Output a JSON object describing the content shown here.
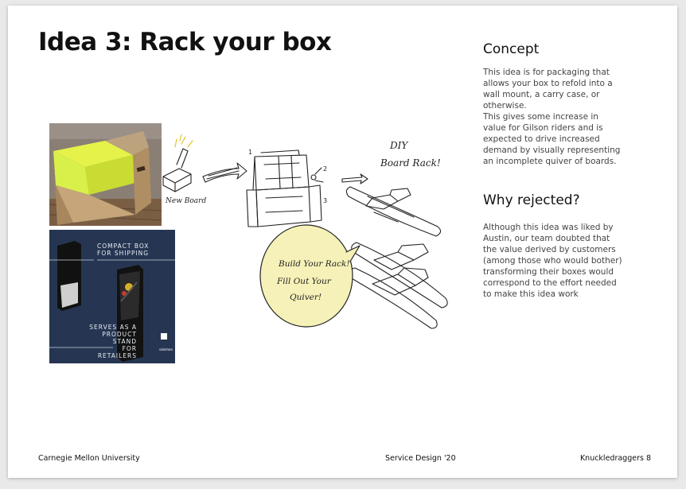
{
  "slide": {
    "title": "Idea 3: Rack your box",
    "concept": {
      "heading": "Concept",
      "paragraph1": "This idea is for packaging that allows your box to refold into a wall mount, a carry case, or otherwise.",
      "paragraph2": "This gives some increase in value for Gilson riders and is expected to drive increased demand by visually representing an incomplete quiver of boards."
    },
    "why_rejected": {
      "heading": "Why rejected?",
      "paragraph": "Although this idea was liked by Austin, our team doubted that the value derived by customers (among those who would bother) transforming their boxes would correspond to the effort needed to make this idea work"
    },
    "images": {
      "ad": {
        "top_line1": "COMPACT BOX",
        "top_line2": "FOR SHIPPING",
        "bottom_line1": "SERVES AS A",
        "bottom_line2": "PRODUCT STAND",
        "bottom_line3": "FOR RETAILERS",
        "brand": "salomon"
      },
      "sketch": {
        "label_new_board": "New Board",
        "label_diy": "DIY",
        "label_board_rack": "Board Rack!",
        "bubble_line1": "Build Your Rack!",
        "bubble_line2": "Fill Out Your",
        "bubble_line3": "Quiver!",
        "step1": "1",
        "step2": "2",
        "step3": "3"
      }
    },
    "footer": {
      "left": "Carnegie Mellon University",
      "center": "Service Design '20",
      "right": "Knuckledraggers 8"
    }
  }
}
